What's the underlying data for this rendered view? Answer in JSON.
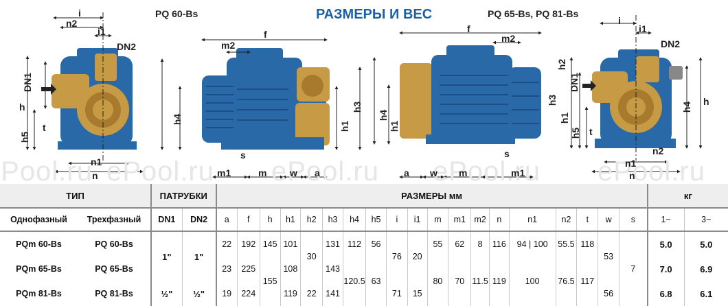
{
  "header": {
    "title": "РАЗМЕРЫ И ВЕС",
    "model_left": "PQ 60-Bs",
    "model_right": "PQ 65-Bs, PQ 81-Bs"
  },
  "watermark": "ePool.ru",
  "drawing_labels": {
    "front_left": [
      "i",
      "n2",
      "i1",
      "DN2",
      "DN1",
      "h",
      "h5",
      "t",
      "n1",
      "n"
    ],
    "side_left": [
      "f",
      "m2",
      "h4",
      "h1",
      "h3",
      "m1",
      "m",
      "w",
      "a",
      "s"
    ],
    "side_right": [
      "f",
      "m2",
      "h4",
      "h1",
      "a",
      "w",
      "m1",
      "m",
      "s"
    ],
    "front_right": [
      "i",
      "i1",
      "DN2",
      "h2",
      "DN1",
      "h3",
      "h1",
      "h5",
      "t",
      "n2",
      "n1",
      "n",
      "h4",
      "h"
    ]
  },
  "colors": {
    "pump_blue": "#2a69a8",
    "brass": "#c79a45",
    "title_blue": "#1b5fa8",
    "rule_gray": "#8a8a8a"
  },
  "table": {
    "group_headers": {
      "type": "ТИП",
      "ports": "ПАТРУБКИ",
      "dims": "РАЗМЕРЫ мм",
      "weight": "кг"
    },
    "sub_headers": {
      "single_phase": "Однофазный",
      "three_phase": "Трехфазный",
      "dn1": "DN1",
      "dn2": "DN2",
      "dims": [
        "a",
        "f",
        "h",
        "h1",
        "h2",
        "h3",
        "h4",
        "h5",
        "i",
        "i1",
        "m",
        "m1",
        "m2",
        "n",
        "n1",
        "n2",
        "t",
        "w",
        "s"
      ],
      "w1": "1~",
      "w3": "3~"
    },
    "rows": [
      {
        "single": "PQm 60-Bs",
        "three": "PQ 60-Bs",
        "a": "22",
        "f": "192",
        "h": "145",
        "h1": "101",
        "h3": "131",
        "h4": "112",
        "h5": "56",
        "m": "55",
        "m1": "62",
        "m2": "8",
        "n": "116",
        "n1": "94 | 100",
        "n2": "55.5",
        "t": "118",
        "k1": "5.0",
        "k3": "5.0"
      },
      {
        "single": "PQm 65-Bs",
        "three": "PQ 65-Bs",
        "a": "23",
        "f": "225",
        "h1": "108",
        "h3": "143",
        "k1": "7.0",
        "k3": "6.9"
      },
      {
        "single": "PQm 81-Bs",
        "three": "PQ 81-Bs",
        "a": "19",
        "f": "224",
        "h1": "119",
        "h2": "22",
        "h3": "141",
        "i": "71",
        "i1": "15",
        "t": "117",
        "w": "56",
        "k1": "6.8",
        "k3": "6.1"
      }
    ],
    "merged": {
      "dn1_60": "1\"",
      "dn2_60": "1\"",
      "dn1_81": "½\"",
      "dn2_81": "½\"",
      "h_65_81": "155",
      "h2_60_65": "30",
      "h4_65_81": "120.5",
      "h5_65_81": "63",
      "i_60_65": "76",
      "i1_60_65": "20",
      "m_65_81": "80",
      "m1_65_81": "70",
      "m2_65_81": "11.5",
      "n_65_81": "119",
      "n1_65_81": "100",
      "n2_65_81": "76.5",
      "w_60_65": "53",
      "s_all": "7"
    }
  }
}
